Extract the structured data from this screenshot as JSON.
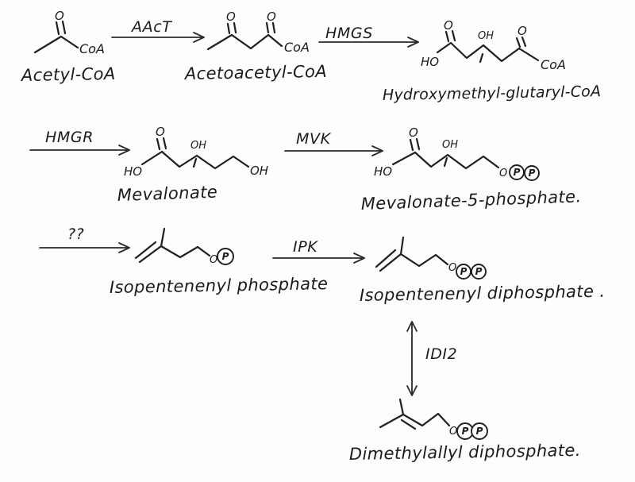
{
  "canvas": {
    "background": "#fdfdfd",
    "ink": "#1f1f1f"
  },
  "molecules": {
    "acetyl_coa": {
      "name": "Acetyl-CoA",
      "o": "O",
      "coa": "CoA"
    },
    "acetoacetyl_coa": {
      "name": "Acetoacetyl-CoA",
      "o1": "O",
      "o2": "O",
      "coa": "CoA"
    },
    "hmg_coa": {
      "name": "Hydroxymethyl-glutaryl-CoA",
      "ho": "HO",
      "o1": "O",
      "oh": "OH",
      "o2": "O",
      "coa": "CoA"
    },
    "mevalonate": {
      "name": "Mevalonate",
      "ho": "HO",
      "o": "O",
      "oh1": "OH",
      "oh2": "OH"
    },
    "mevalonate_5_phosphate": {
      "name": "Mevalonate-5-phosphate.",
      "ho": "HO",
      "o1": "O",
      "oh": "OH",
      "o2": "O",
      "p1": "P",
      "p2": "P"
    },
    "isopentenyl_phosphate": {
      "name": "Isopentenenyl phosphate",
      "o": "O",
      "p": "P"
    },
    "isopentenyl_diphosphate": {
      "name": "Isopentenenyl diphosphate .",
      "o": "O",
      "p1": "P",
      "p2": "P"
    },
    "dimethylallyl_diphosphate": {
      "name": "Dimethylallyl diphosphate.",
      "o": "O",
      "p1": "P",
      "p2": "P"
    }
  },
  "enzymes": {
    "aact": "AAcT",
    "hmgs": "HMGS",
    "hmgr": "HMGR",
    "mvk": "MVK",
    "unknown": "??",
    "ipk": "IPK",
    "idi2": "IDI2"
  }
}
